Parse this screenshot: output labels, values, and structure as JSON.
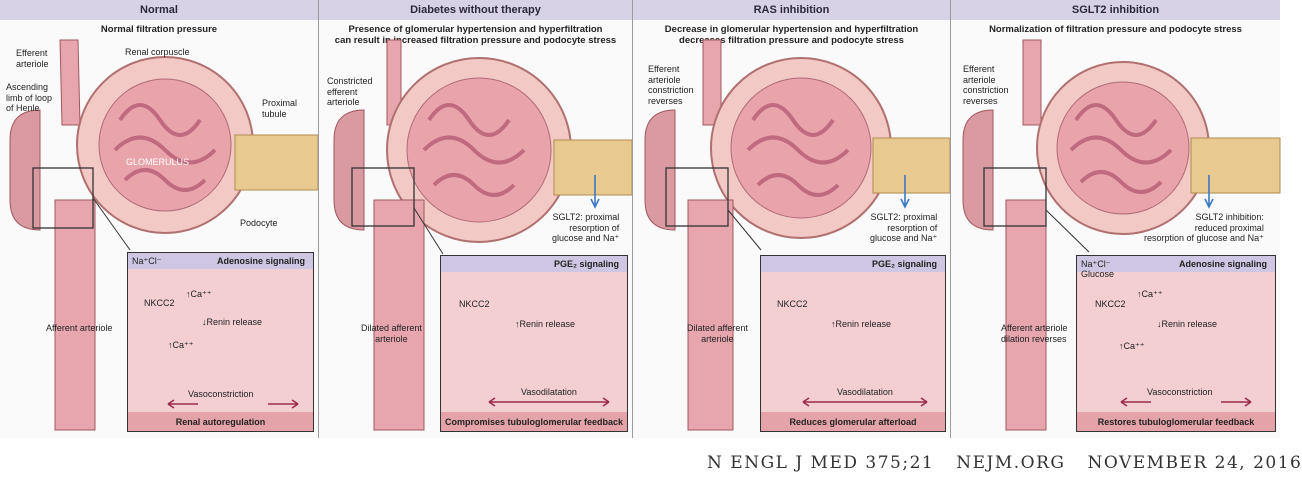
{
  "panels": [
    {
      "title": "Normal",
      "subtitle": "Normal filtration pressure",
      "labels": {
        "efferent": "Efferent\narteriole",
        "corpuscle": "Renal corpuscle",
        "ascending": "Ascending\nlimb of loop\nof Henle",
        "proximal": "Proximal\ntubule",
        "glomerulus": "GLOMERULUS",
        "podocyte": "Podocyte",
        "afferent": "Afferent arteriole"
      },
      "inset": {
        "signaling": "Adenosine signaling",
        "nacl": "Na⁺Cl⁻",
        "nkcc2": "NKCC2",
        "ca1": "↑Ca⁺⁺",
        "renin": "↓Renin release",
        "ca2": "↑Ca⁺⁺",
        "vaso": "Vasoconstriction",
        "footer": "Renal autoregulation"
      }
    },
    {
      "title": "Diabetes without therapy",
      "subtitle": "Presence of glomerular hypertension and hyperfiltration\ncan result in increased filtration pressure and podocyte stress",
      "labels": {
        "efferent": "Constricted\nefferent\narteriole",
        "sglt2": "SGLT2: proximal\nresorption of\nglucose and Na⁺",
        "afferent": "Dilated afferent\narteriole"
      },
      "inset": {
        "signaling": "PGE₂ signaling",
        "nkcc2": "NKCC2",
        "renin": "↑Renin release",
        "vaso": "Vasodilatation",
        "footer": "Compromises tubuloglomerular feedback"
      }
    },
    {
      "title": "RAS inhibition",
      "subtitle": "Decrease in glomerular hypertension and hyperfiltration\ndecreases filtration pressure and podocyte stress",
      "labels": {
        "efferent": "Efferent\narteriole\nconstriction\nreverses",
        "sglt2": "SGLT2: proximal\nresorption of\nglucose and Na⁺",
        "afferent": "Dilated afferent\narteriole"
      },
      "inset": {
        "signaling": "PGE₂ signaling",
        "nkcc2": "NKCC2",
        "renin": "↑Renin release",
        "vaso": "Vasodilatation",
        "footer": "Reduces glomerular afterload"
      }
    },
    {
      "title": "SGLT2 inhibition",
      "subtitle": "Normalization of filtration pressure and podocyte stress",
      "labels": {
        "efferent": "Efferent\narteriole\nconstriction\nreverses",
        "sglt2": "SGLT2 inhibition:\nreduced proximal\nresorption of glucose and Na⁺",
        "afferent": "Afferent arteriole\ndilation reverses"
      },
      "inset": {
        "signaling": "Adenosine signaling",
        "nacl": "Na⁺Cl⁻\nGlucose",
        "nkcc2": "NKCC2",
        "ca1": "↑Ca⁺⁺",
        "renin": "↓Renin release",
        "ca2": "↑Ca⁺⁺",
        "vaso": "Vasoconstriction",
        "footer": "Restores tubuloglomerular feedback"
      }
    }
  ],
  "footer": {
    "journal": "N ENGL J MED 375;21",
    "site": "NEJM.ORG",
    "date": "NOVEMBER 24, 2016"
  },
  "colors": {
    "header": "#d8d2e6",
    "tissue": "#e7a6ae",
    "tubule": "#e8c98f",
    "inset": "#f3cfd2",
    "footerBar": "#e3a3a8",
    "arrow": "#9c2c4a",
    "sglt2Arrow": "#3a78c2"
  }
}
